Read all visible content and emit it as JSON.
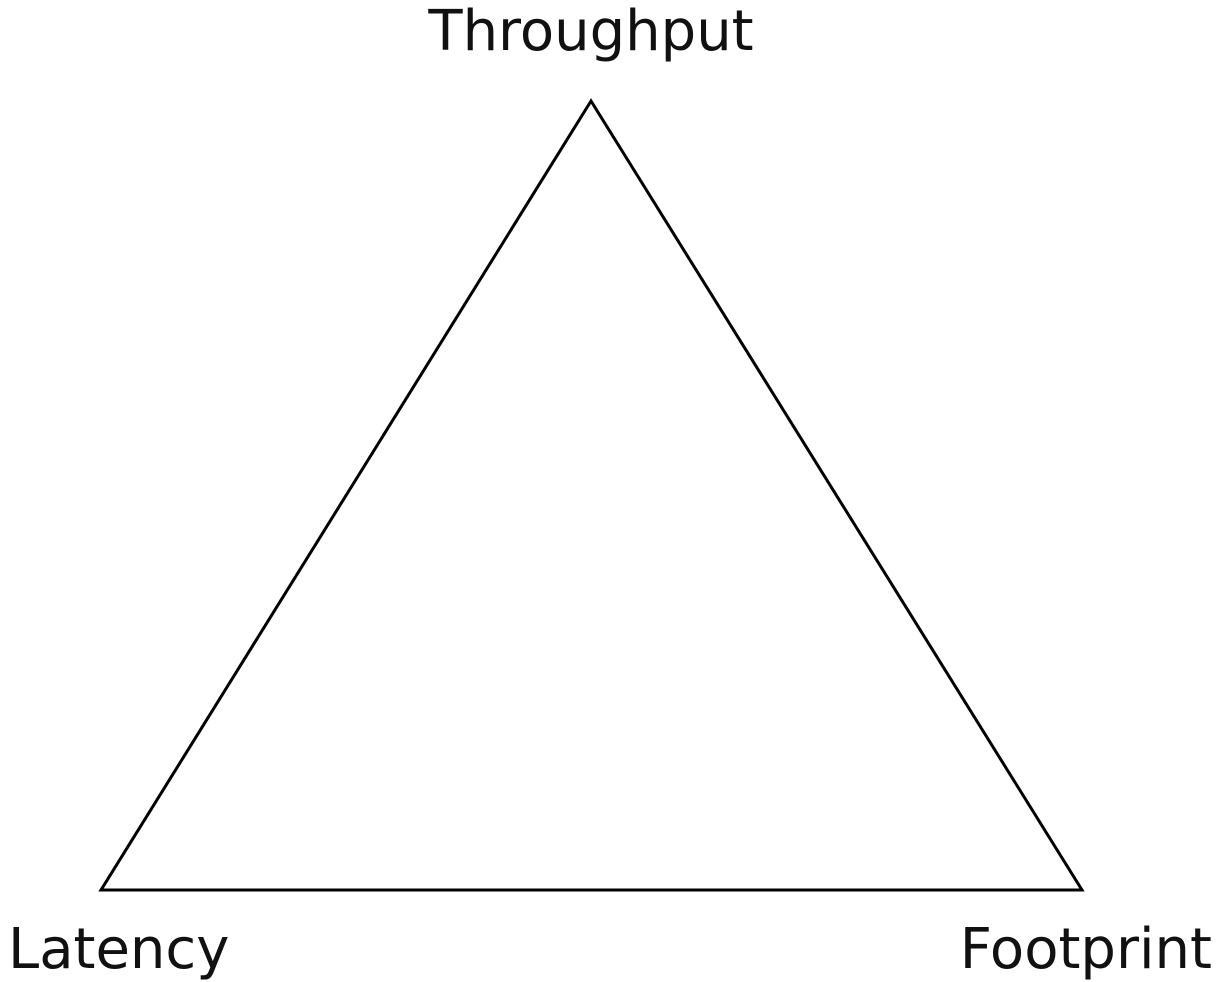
{
  "diagram": {
    "labels": {
      "top": "Throughput",
      "bottom_left": "Latency",
      "bottom_right": "Footprint"
    }
  }
}
